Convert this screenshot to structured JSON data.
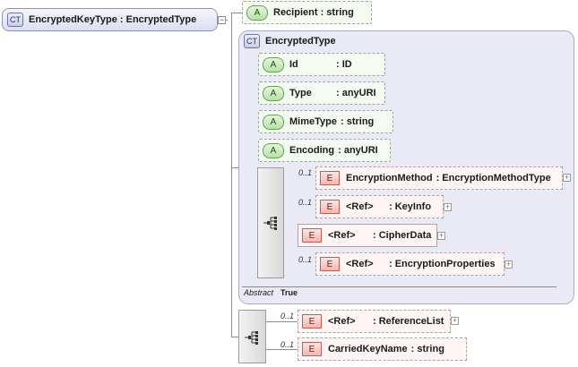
{
  "root": {
    "badge": "CT",
    "label": "EncryptedKeyType : EncryptedType"
  },
  "top_attribute": {
    "badge": "A",
    "label": "Recipient : string"
  },
  "complex_type": {
    "badge": "CT",
    "title": "EncryptedType",
    "attributes": [
      {
        "badge": "A",
        "name": "Id",
        "type": ": ID"
      },
      {
        "badge": "A",
        "name": "Type",
        "type": ": anyURI"
      },
      {
        "badge": "A",
        "name": "MimeType",
        "type": ": string"
      },
      {
        "badge": "A",
        "name": "Encoding",
        "type": ": anyURI"
      }
    ],
    "elements": [
      {
        "occurs": "0..1",
        "badge": "E",
        "name": "EncryptionMethod",
        "type": ": EncryptionMethodType"
      },
      {
        "occurs": "0..1",
        "badge": "E",
        "name": "<Ref>",
        "type": ": KeyInfo"
      },
      {
        "occurs": "",
        "badge": "E",
        "name": "<Ref>",
        "type": ": CipherData"
      },
      {
        "occurs": "0..1",
        "badge": "E",
        "name": "<Ref>",
        "type": ": EncryptionProperties"
      }
    ],
    "abstract_label": "Abstract",
    "abstract_value": "True"
  },
  "extension_elements": [
    {
      "occurs": "0..1",
      "badge": "E",
      "name": "<Ref>",
      "type": ": ReferenceList"
    },
    {
      "occurs": "0..1",
      "badge": "E",
      "name": "CarriedKeyName",
      "type": ": string"
    }
  ],
  "icons": {
    "collapse": "minus",
    "expand": "plus",
    "sequence": "sequence-icon"
  }
}
